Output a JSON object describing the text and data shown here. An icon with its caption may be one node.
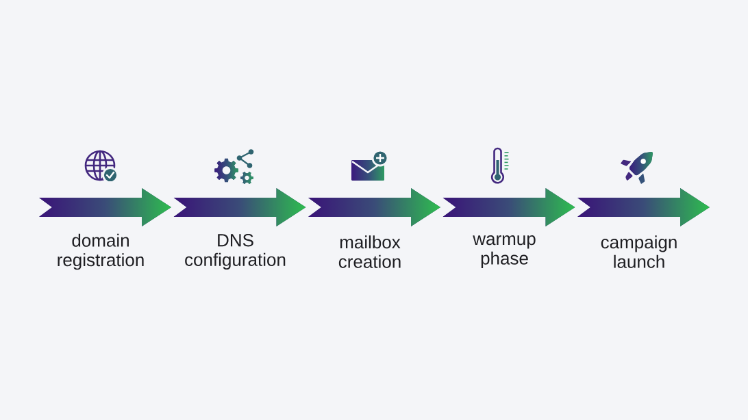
{
  "diagram": {
    "nodes": [
      {
        "text": [
          "domain registration"
        ]
      },
      {
        "text": [
          "DNS configuration"
        ]
      },
      {
        "text": [
          "mailbox creation"
        ]
      },
      {
        "text": [
          "warmup phase"
        ]
      },
      {
        "text": [
          "campaign launch"
        ]
      }
    ]
  }
}
